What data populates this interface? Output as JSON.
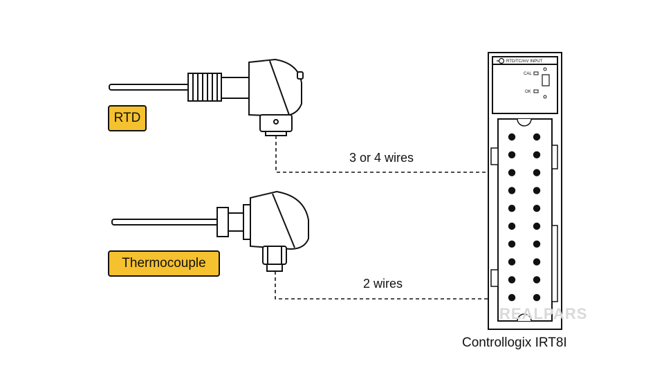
{
  "sensors": {
    "rtd": {
      "label": "RTD"
    },
    "thermocouple": {
      "label": "Thermocouple"
    }
  },
  "connections": {
    "rtd_wires": "3 or 4 wires",
    "thermocouple_wires": "2 wires"
  },
  "module": {
    "name": "Controllogix IRT8I",
    "header_label": "RTD/TC/mV INPUT",
    "cal_label": "CAL",
    "ok_label": "OK",
    "terminal_rows": 10,
    "terminal_columns": 2
  },
  "watermark": "REALPARS",
  "colors": {
    "tag_fill": "#f5c12e",
    "outline": "#111111",
    "background": "#ffffff"
  }
}
